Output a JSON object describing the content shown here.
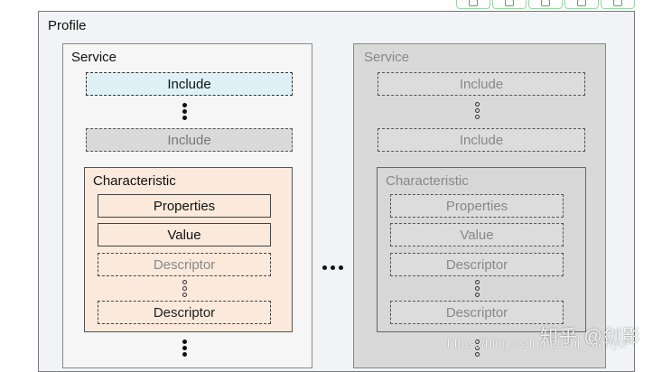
{
  "profile": {
    "label": "Profile"
  },
  "service_left": {
    "label": "Service",
    "include_top": "Include",
    "include_bottom": "Include",
    "characteristic": {
      "label": "Characteristic",
      "properties": "Properties",
      "value": "Value",
      "descriptor_top": "Descriptor",
      "descriptor_bottom": "Descriptor"
    }
  },
  "service_right": {
    "label": "Service",
    "include_top": "Include",
    "include_bottom": "Include",
    "characteristic": {
      "label": "Characteristic",
      "properties": "Properties",
      "value": "Value",
      "descriptor_top": "Descriptor",
      "descriptor_bottom": "Descriptor"
    }
  },
  "watermark": {
    "zh": "知乎 @剑影",
    "url": "https://blog.csdn.net/zhi_Xianyu"
  },
  "colors": {
    "include_active": "#dff1f6",
    "characteristic_fill": "#fbe9dc",
    "right_service_fill": "#d9d9d9"
  }
}
